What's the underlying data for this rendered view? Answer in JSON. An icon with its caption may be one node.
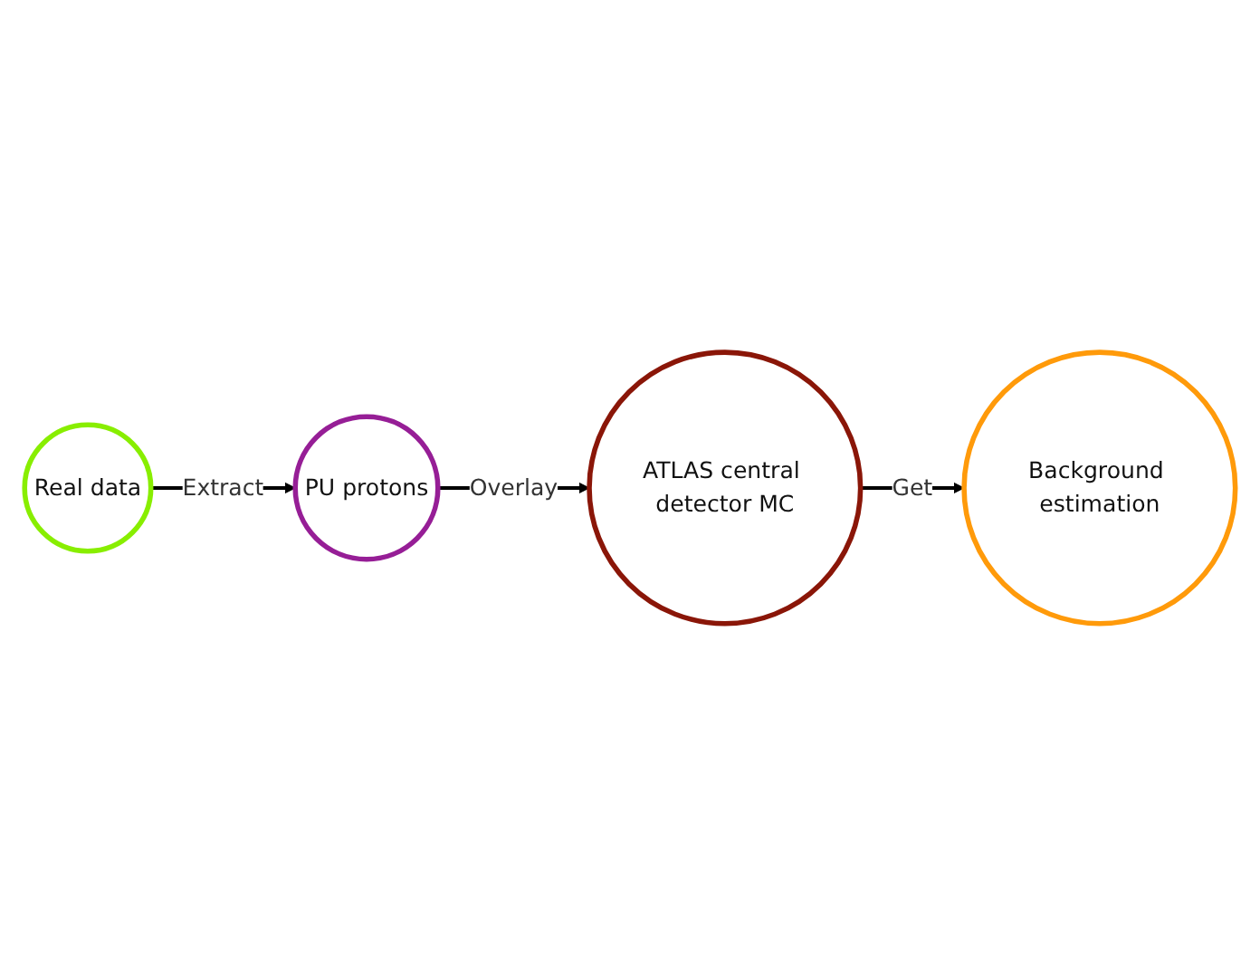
{
  "diagram": {
    "nodes": [
      {
        "text": [
          "Real data"
        ]
      },
      {
        "text": [
          "PU protons"
        ]
      },
      {
        "text": [
          "ATLAS central detector MC"
        ]
      },
      {
        "text": [
          "Background estimation"
        ]
      }
    ],
    "edges": [
      {
        "from": 0,
        "to": 1,
        "arrow": "to",
        "label": "Extract"
      },
      {
        "from": 1,
        "to": 2,
        "arrow": "to",
        "label": "Overlay"
      },
      {
        "from": 2,
        "to": 3,
        "arrow": "to",
        "label": "Get"
      }
    ]
  }
}
